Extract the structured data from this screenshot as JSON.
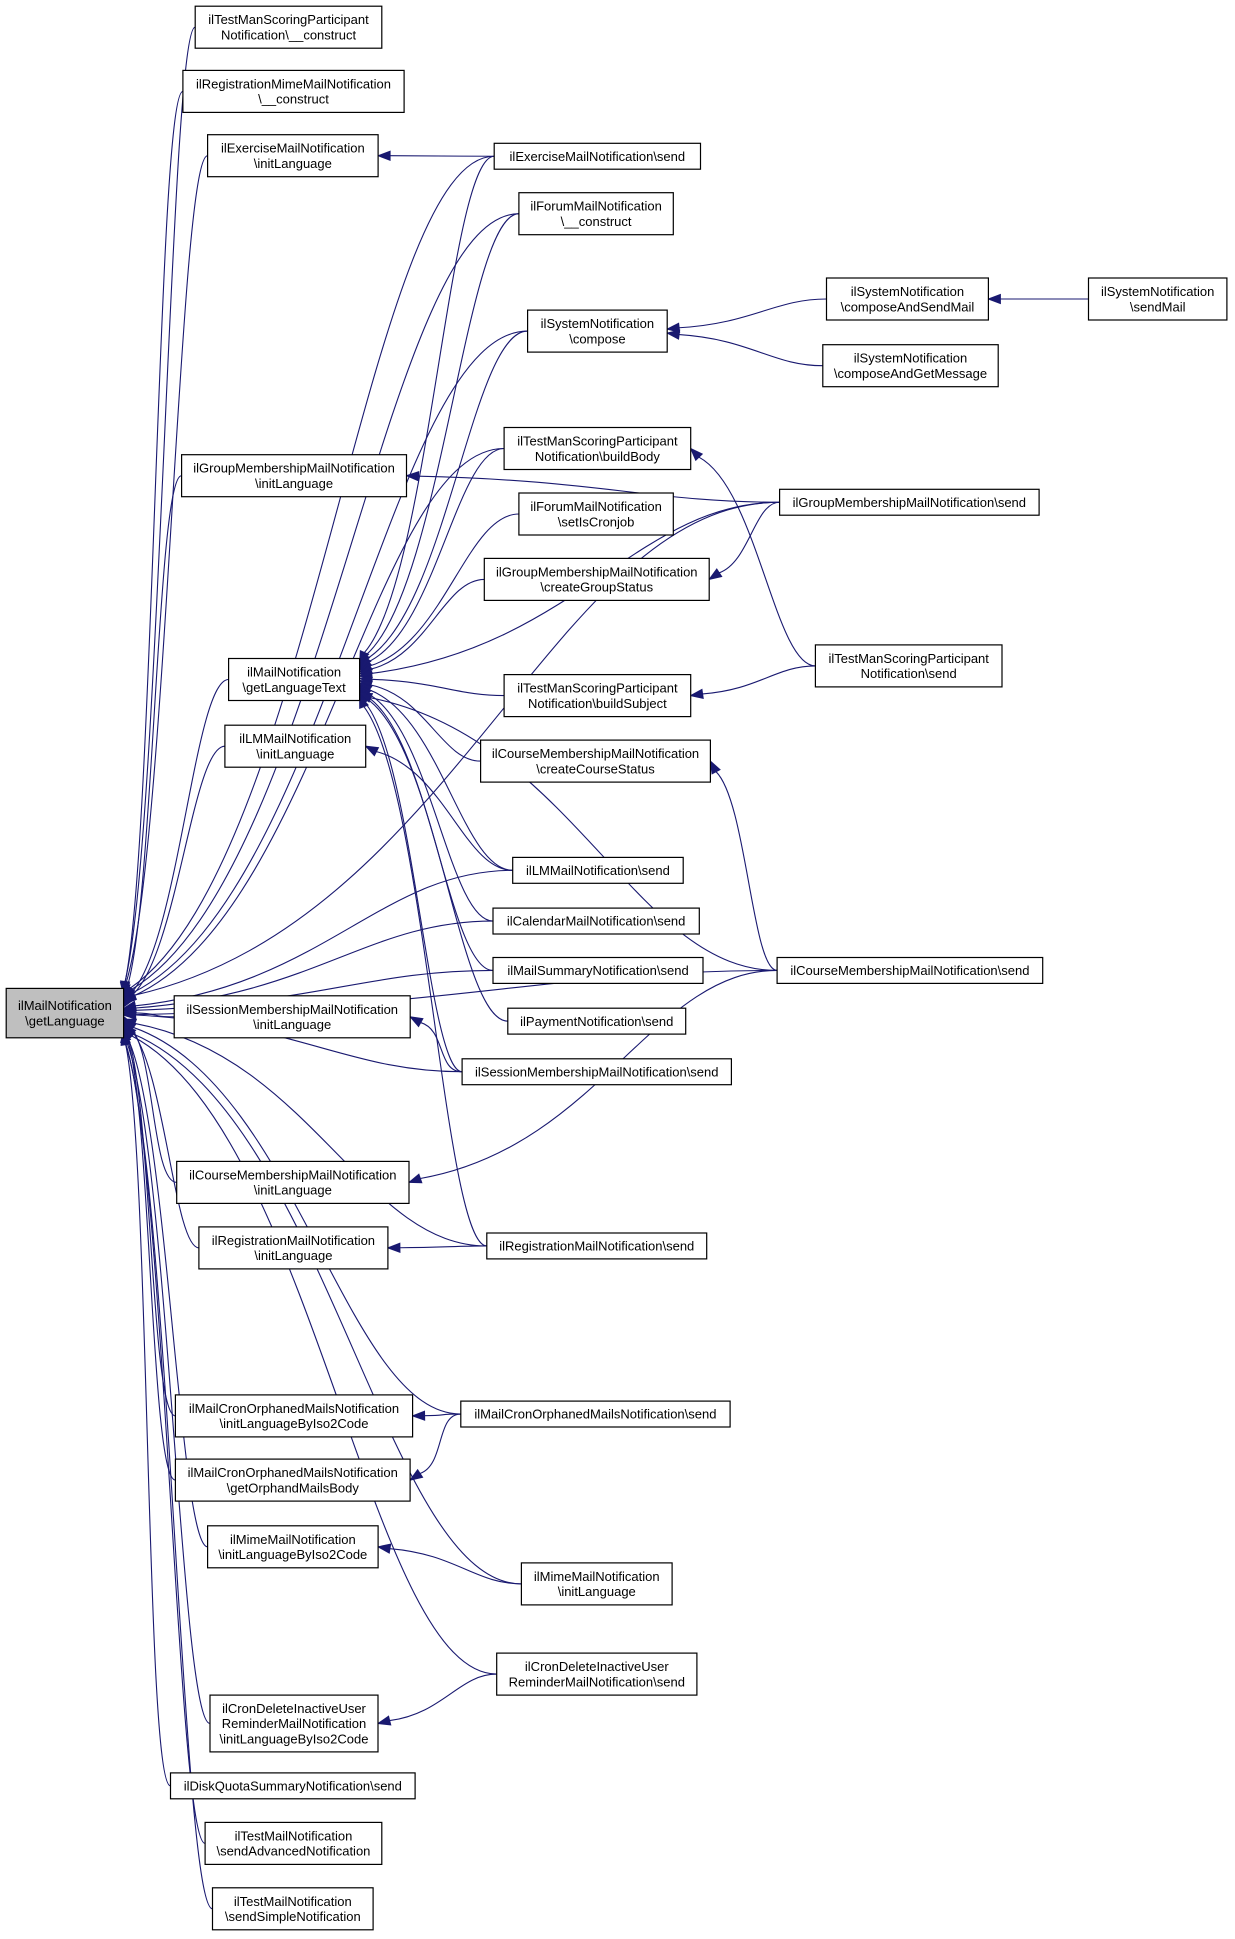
{
  "colors": {
    "edge": "#191970",
    "root_fill": "#bfbfbf",
    "node_fill": "#ffffff",
    "border": "#000000"
  },
  "nodes": [
    {
      "id": "root",
      "lines": [
        "ilMailNotification",
        "\\getLanguage"
      ]
    },
    {
      "id": "tmspc",
      "lines": [
        "ilTestManScoringParticipant",
        "Notification\\__construct"
      ]
    },
    {
      "id": "rmimec",
      "lines": [
        "ilRegistrationMimeMailNotification",
        "\\__construct"
      ]
    },
    {
      "id": "exil",
      "lines": [
        "ilExerciseMailNotification",
        "\\initLanguage"
      ]
    },
    {
      "id": "exsend",
      "lines": [
        "ilExerciseMailNotification\\send"
      ]
    },
    {
      "id": "forc",
      "lines": [
        "ilForumMailNotification",
        "\\__construct"
      ]
    },
    {
      "id": "sysc",
      "lines": [
        "ilSystemNotification",
        "\\compose"
      ]
    },
    {
      "id": "sysCASM",
      "lines": [
        "ilSystemNotification",
        "\\composeAndSendMail"
      ]
    },
    {
      "id": "sysSM",
      "lines": [
        "ilSystemNotification",
        "\\sendMail"
      ]
    },
    {
      "id": "sysCAGM",
      "lines": [
        "ilSystemNotification",
        "\\composeAndGetMessage"
      ]
    },
    {
      "id": "gmil",
      "lines": [
        "ilGroupMembershipMailNotification",
        "\\initLanguage"
      ]
    },
    {
      "id": "tmsbb",
      "lines": [
        "ilTestManScoringParticipant",
        "Notification\\buildBody"
      ]
    },
    {
      "id": "gmsend",
      "lines": [
        "ilGroupMembershipMailNotification\\send"
      ]
    },
    {
      "id": "forcron",
      "lines": [
        "ilForumMailNotification",
        "\\setIsCronjob"
      ]
    },
    {
      "id": "gmcgs",
      "lines": [
        "ilGroupMembershipMailNotification",
        "\\createGroupStatus"
      ]
    },
    {
      "id": "glt",
      "lines": [
        "ilMailNotification",
        "\\getLanguageText"
      ]
    },
    {
      "id": "tmssend",
      "lines": [
        "ilTestManScoringParticipant",
        "Notification\\send"
      ]
    },
    {
      "id": "tmsbs",
      "lines": [
        "ilTestManScoringParticipant",
        "Notification\\buildSubject"
      ]
    },
    {
      "id": "lmil",
      "lines": [
        "ilLMMailNotification",
        "\\initLanguage"
      ]
    },
    {
      "id": "cmccs",
      "lines": [
        "ilCourseMembershipMailNotification",
        "\\createCourseStatus"
      ]
    },
    {
      "id": "lmsend",
      "lines": [
        "ilLMMailNotification\\send"
      ]
    },
    {
      "id": "calsend",
      "lines": [
        "ilCalendarMailNotification\\send"
      ]
    },
    {
      "id": "mssend",
      "lines": [
        "ilMailSummaryNotification\\send"
      ]
    },
    {
      "id": "cmsend",
      "lines": [
        "ilCourseMembershipMailNotification\\send"
      ]
    },
    {
      "id": "smil",
      "lines": [
        "ilSessionMembershipMailNotification",
        "\\initLanguage"
      ]
    },
    {
      "id": "paysend",
      "lines": [
        "ilPaymentNotification\\send"
      ]
    },
    {
      "id": "smsend",
      "lines": [
        "ilSessionMembershipMailNotification\\send"
      ]
    },
    {
      "id": "cmil",
      "lines": [
        "ilCourseMembershipMailNotification",
        "\\initLanguage"
      ]
    },
    {
      "id": "regil",
      "lines": [
        "ilRegistrationMailNotification",
        "\\initLanguage"
      ]
    },
    {
      "id": "regsend",
      "lines": [
        "ilRegistrationMailNotification\\send"
      ]
    },
    {
      "id": "croil",
      "lines": [
        "ilMailCronOrphanedMailsNotification",
        "\\initLanguageByIso2Code"
      ]
    },
    {
      "id": "crosend",
      "lines": [
        "ilMailCronOrphanedMailsNotification\\send"
      ]
    },
    {
      "id": "croomb",
      "lines": [
        "ilMailCronOrphanedMailsNotification",
        "\\getOrphandMailsBody"
      ]
    },
    {
      "id": "mimeiso",
      "lines": [
        "ilMimeMailNotification",
        "\\initLanguageByIso2Code"
      ]
    },
    {
      "id": "mimeil",
      "lines": [
        "ilMimeMailNotification",
        "\\initLanguage"
      ]
    },
    {
      "id": "cdisend",
      "lines": [
        "ilCronDeleteInactiveUser",
        "ReminderMailNotification\\send"
      ]
    },
    {
      "id": "cdiiso",
      "lines": [
        "ilCronDeleteInactiveUser",
        "ReminderMailNotification",
        "\\initLanguageByIso2Code"
      ]
    },
    {
      "id": "dqsend",
      "lines": [
        "ilDiskQuotaSummaryNotification\\send"
      ]
    },
    {
      "id": "tmsan",
      "lines": [
        "ilTestMailNotification",
        "\\sendAdvancedNotification"
      ]
    },
    {
      "id": "tmssn",
      "lines": [
        "ilTestMailNotification",
        "\\sendSimpleNotification"
      ]
    }
  ],
  "edges": [
    [
      "tmspc",
      "root"
    ],
    [
      "rmimec",
      "root"
    ],
    [
      "exil",
      "root"
    ],
    [
      "exsend",
      "root"
    ],
    [
      "forc",
      "root"
    ],
    [
      "gmsend",
      "root"
    ],
    [
      "sysc",
      "root"
    ],
    [
      "gmil",
      "root"
    ],
    [
      "tmsbb",
      "root"
    ],
    [
      "glt",
      "root"
    ],
    [
      "lmil",
      "root"
    ],
    [
      "lmsend",
      "root"
    ],
    [
      "calsend",
      "root"
    ],
    [
      "mssend",
      "root"
    ],
    [
      "smil",
      "root"
    ],
    [
      "smsend",
      "root"
    ],
    [
      "cmsend",
      "root"
    ],
    [
      "cmil",
      "root"
    ],
    [
      "regil",
      "root"
    ],
    [
      "regsend",
      "root"
    ],
    [
      "crosend",
      "root"
    ],
    [
      "croil",
      "root"
    ],
    [
      "croomb",
      "root"
    ],
    [
      "mimeiso",
      "root"
    ],
    [
      "mimeil",
      "root"
    ],
    [
      "cdisend",
      "root"
    ],
    [
      "cdiiso",
      "root"
    ],
    [
      "dqsend",
      "root"
    ],
    [
      "tmsan",
      "root"
    ],
    [
      "tmssn",
      "root"
    ],
    [
      "exsend",
      "exil"
    ],
    [
      "sysCASM",
      "sysc"
    ],
    [
      "sysCAGM",
      "sysc"
    ],
    [
      "sysSM",
      "sysCASM"
    ],
    [
      "gmsend",
      "gmil"
    ],
    [
      "tmssend",
      "tmsbb"
    ],
    [
      "gmsend",
      "gmcgs"
    ],
    [
      "tmssend",
      "tmsbs"
    ],
    [
      "lmsend",
      "lmil"
    ],
    [
      "cmsend",
      "cmccs"
    ],
    [
      "smsend",
      "smil"
    ],
    [
      "cmsend",
      "cmil"
    ],
    [
      "regsend",
      "regil"
    ],
    [
      "crosend",
      "croil"
    ],
    [
      "crosend",
      "croomb"
    ],
    [
      "mimeil",
      "mimeiso"
    ],
    [
      "cdisend",
      "cdiiso"
    ],
    [
      "exsend",
      "glt"
    ],
    [
      "forc",
      "glt"
    ],
    [
      "sysc",
      "glt"
    ],
    [
      "tmsbb",
      "glt"
    ],
    [
      "forcron",
      "glt"
    ],
    [
      "gmcgs",
      "glt"
    ],
    [
      "gmsend",
      "glt"
    ],
    [
      "tmsbs",
      "glt"
    ],
    [
      "cmccs",
      "glt"
    ],
    [
      "lmsend",
      "glt"
    ],
    [
      "calsend",
      "glt"
    ],
    [
      "mssend",
      "glt"
    ],
    [
      "paysend",
      "glt"
    ],
    [
      "smsend",
      "glt"
    ],
    [
      "cmsend",
      "glt"
    ],
    [
      "regsend",
      "glt"
    ]
  ]
}
